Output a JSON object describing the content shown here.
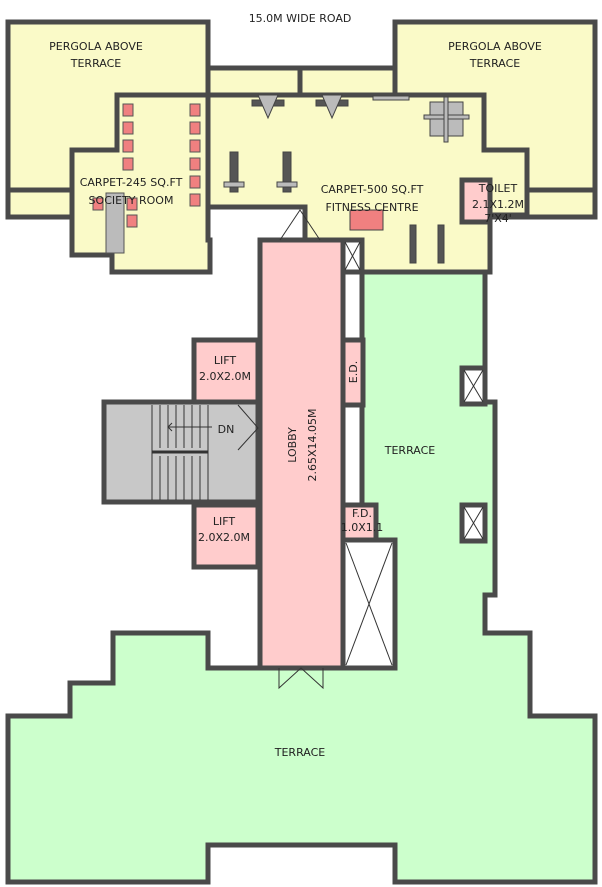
{
  "road_label": "15.0M WIDE ROAD",
  "rooms": {
    "pergola_left": {
      "line1": "PERGOLA ABOVE",
      "line2": "TERRACE"
    },
    "pergola_right": {
      "line1": "PERGOLA ABOVE",
      "line2": "TERRACE"
    },
    "society_room": {
      "line1": "CARPET-245 SQ.FT",
      "line2": "SOCIETY ROOM"
    },
    "fitness_centre": {
      "line1": "CARPET-500 SQ.FT",
      "line2": "FITNESS CENTRE"
    },
    "toilet": {
      "line1": "TOILET",
      "line2": "2.1X1.2M",
      "line3": "7'X4'"
    },
    "lift_upper": {
      "line1": "LIFT",
      "line2": "2.0X2.0M"
    },
    "lift_lower": {
      "line1": "LIFT",
      "line2": "2.0X2.0M"
    },
    "stair": {
      "label": "DN"
    },
    "lobby": {
      "line1": "LOBBY",
      "line2": "2.65X14.05M"
    },
    "ed": {
      "label": "E.D."
    },
    "fd": {
      "line1": "F.D.",
      "line2": "1.0X1.1"
    },
    "terrace_right": {
      "label": "TERRACE"
    },
    "terrace_bottom": {
      "label": "TERRACE"
    }
  },
  "colors": {
    "pergola": "#fafac8",
    "lobby": "#ffcccc",
    "terrace": "#ccffcc",
    "stair": "#c8c8c8",
    "wall": "#4a4a4a"
  }
}
